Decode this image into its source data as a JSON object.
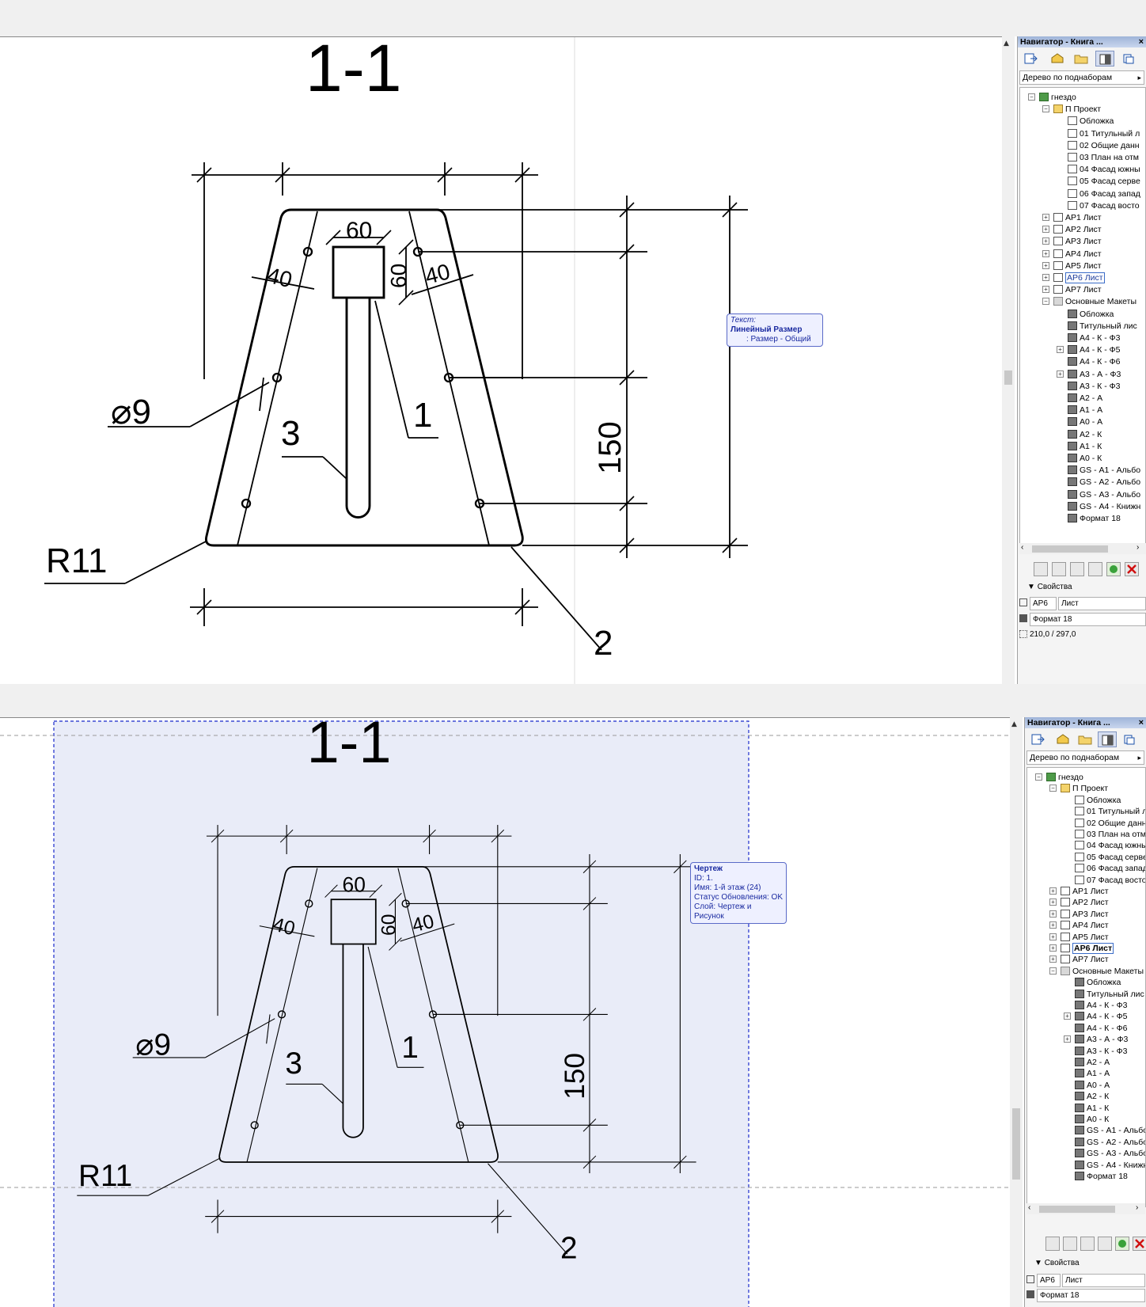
{
  "drawing": {
    "section_title": "1-1",
    "dimensions": {
      "top_width": "60",
      "side_height": "60",
      "left_offset": "40",
      "right_offset": "40",
      "total_height": "150",
      "diameter": "⌀9",
      "radius": "R11"
    },
    "callouts": {
      "c1": "1",
      "c2": "2",
      "c3": "3"
    }
  },
  "tooltip_top": {
    "line1": "Текст:",
    "line2": "Линейный Размер",
    "line3": ": Размер - Общий"
  },
  "tooltip_bottom": {
    "title": "Чертеж",
    "id": "ID: 1.",
    "name": "Имя: 1-й этаж (24)",
    "status": "Статус Обновления: OK",
    "layer": "Слой: Чертеж и Рисунок"
  },
  "navigator": {
    "title": "Навигатор - Книга ...",
    "close_glyph": "×",
    "view_mode": "Дерево по поднаборам",
    "tree": [
      {
        "label": "гнездо",
        "level": 0,
        "icon": "book",
        "exp": "-"
      },
      {
        "label": "П Проект",
        "level": 1,
        "icon": "folder",
        "exp": "-"
      },
      {
        "label": "Обложка",
        "level": 2,
        "icon": "sheet",
        "exp": ""
      },
      {
        "label": "01 Титульный л",
        "level": 2,
        "icon": "sheet",
        "exp": ""
      },
      {
        "label": "02 Общие данн",
        "level": 2,
        "icon": "sheet",
        "exp": ""
      },
      {
        "label": "03 План на отм",
        "level": 2,
        "icon": "sheet",
        "exp": ""
      },
      {
        "label": "04 Фасад южны",
        "level": 2,
        "icon": "sheet",
        "exp": ""
      },
      {
        "label": "05 Фасад серве",
        "level": 2,
        "icon": "sheet",
        "exp": ""
      },
      {
        "label": "06 Фасад запад",
        "level": 2,
        "icon": "sheet",
        "exp": ""
      },
      {
        "label": "07 Фасад восто",
        "level": 2,
        "icon": "sheet",
        "exp": ""
      },
      {
        "label": "АР1 Лист",
        "level": 1,
        "icon": "sheet",
        "exp": "+"
      },
      {
        "label": "АР2 Лист",
        "level": 1,
        "icon": "sheet",
        "exp": "+"
      },
      {
        "label": "АР3 Лист",
        "level": 1,
        "icon": "sheet",
        "exp": "+"
      },
      {
        "label": "АР4 Лист",
        "level": 1,
        "icon": "sheet",
        "exp": "+"
      },
      {
        "label": "АР5 Лист",
        "level": 1,
        "icon": "sheet",
        "exp": "+"
      },
      {
        "label": "АР6 Лист",
        "level": 1,
        "icon": "sheet",
        "exp": "+",
        "selected": true
      },
      {
        "label": "АР7 Лист",
        "level": 1,
        "icon": "sheet",
        "exp": "+"
      },
      {
        "label": "Основные Макеты",
        "level": 1,
        "icon": "gray",
        "exp": "-"
      },
      {
        "label": "Обложка",
        "level": 2,
        "icon": "layout",
        "exp": ""
      },
      {
        "label": "Титульный лис",
        "level": 2,
        "icon": "layout",
        "exp": ""
      },
      {
        "label": "А4 - К - Ф3",
        "level": 2,
        "icon": "layout",
        "exp": ""
      },
      {
        "label": "А4 - К - Ф5",
        "level": 2,
        "icon": "layout",
        "exp": "+"
      },
      {
        "label": "А4 - К - Ф6",
        "level": 2,
        "icon": "layout",
        "exp": ""
      },
      {
        "label": "А3 - А - Ф3",
        "level": 2,
        "icon": "layout",
        "exp": "+"
      },
      {
        "label": "А3 - К - Ф3",
        "level": 2,
        "icon": "layout",
        "exp": ""
      },
      {
        "label": "А2 - А",
        "level": 2,
        "icon": "layout",
        "exp": ""
      },
      {
        "label": "А1 - А",
        "level": 2,
        "icon": "layout",
        "exp": ""
      },
      {
        "label": "А0 - А",
        "level": 2,
        "icon": "layout",
        "exp": ""
      },
      {
        "label": "А2 - К",
        "level": 2,
        "icon": "layout",
        "exp": ""
      },
      {
        "label": "А1 - К",
        "level": 2,
        "icon": "layout",
        "exp": ""
      },
      {
        "label": "А0 - К",
        "level": 2,
        "icon": "layout",
        "exp": ""
      },
      {
        "label": "GS - А1 - Альбо",
        "level": 2,
        "icon": "layout",
        "exp": ""
      },
      {
        "label": "GS - А2 - Альбо",
        "level": 2,
        "icon": "layout",
        "exp": ""
      },
      {
        "label": "GS - А3 - Альбо",
        "level": 2,
        "icon": "layout",
        "exp": ""
      },
      {
        "label": "GS - А4 - Книжн",
        "level": 2,
        "icon": "layout",
        "exp": ""
      },
      {
        "label": "Формат 18",
        "level": 2,
        "icon": "layout",
        "exp": ""
      }
    ],
    "properties_label": "Свойства",
    "prop_id": "АР6",
    "prop_name": "Лист",
    "prop_layout": "Формат 18",
    "prop_size": "210,0 / 297,0"
  }
}
